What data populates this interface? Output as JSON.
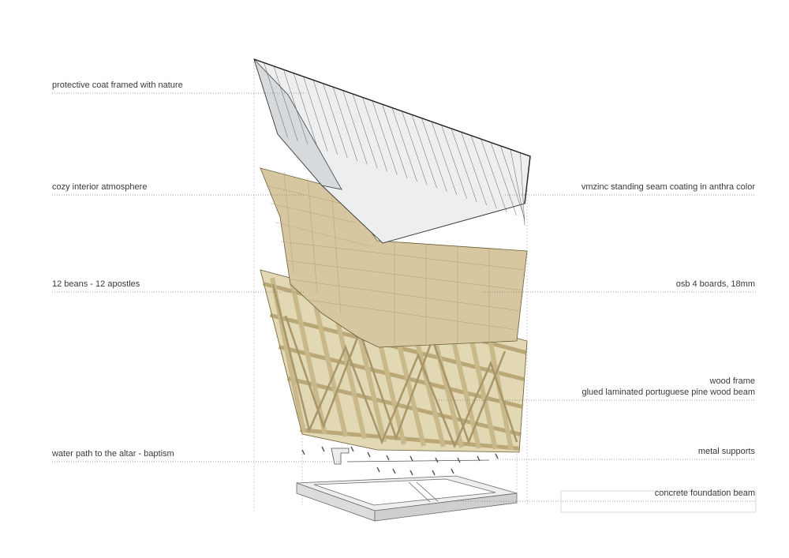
{
  "annotations": {
    "left": [
      {
        "id": "coat",
        "text": "protective coat framed with nature"
      },
      {
        "id": "interior",
        "text": "cozy interior atmosphere"
      },
      {
        "id": "beans",
        "text": "12 beans - 12 apostles"
      },
      {
        "id": "water",
        "text": "water path to the altar - baptism"
      }
    ],
    "right": [
      {
        "id": "vmzinc",
        "text": "vmzinc standing seam coating in anthra color"
      },
      {
        "id": "osb",
        "text": "osb 4 boards, 18mm"
      },
      {
        "id": "wood_frame_title",
        "text": "wood frame"
      },
      {
        "id": "wood_frame_detail",
        "text": "glued laminated portuguese pine wood beam"
      },
      {
        "id": "metal",
        "text": "metal supports"
      },
      {
        "id": "foundation",
        "text": "concrete foundation beam"
      }
    ]
  },
  "colors": {
    "wood": "#dccfa6",
    "osb": "#d6c7a0",
    "zinc": "#eef0f2",
    "concrete": "#e6e6e6",
    "line": "#5a5a5a",
    "text": "#3a3a3a"
  }
}
